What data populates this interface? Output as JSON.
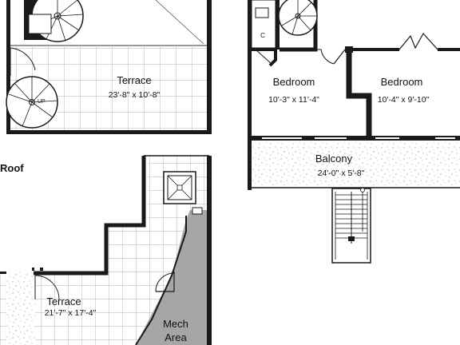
{
  "rooms": {
    "terrace_upper": {
      "name": "Terrace",
      "dims": "23'-8\" x 10'-8\""
    },
    "bedroom_left": {
      "name": "Bedroom",
      "dims": "10'-3\" x 11'-4\""
    },
    "bedroom_right": {
      "name": "Bedroom",
      "dims": "10'-4\" x 9'-10\""
    },
    "balcony": {
      "name": "Balcony",
      "dims": "24'-0\" x 5'-8\""
    },
    "terrace_roof": {
      "name": "Terrace",
      "dims": "21'-7\" x 17'-4\""
    },
    "mech": {
      "name_line1": "Mech",
      "name_line2": "Area"
    }
  },
  "section_labels": {
    "roof": "Roof"
  },
  "fixtures": {
    "stair_up_mark": "UP",
    "closet_mark": "C"
  },
  "colors": {
    "wall": "#1a1a1a",
    "mech_fill": "#a6a6a6",
    "tile_line": "#9a9a9a",
    "speckle": "#8a8a8a"
  }
}
